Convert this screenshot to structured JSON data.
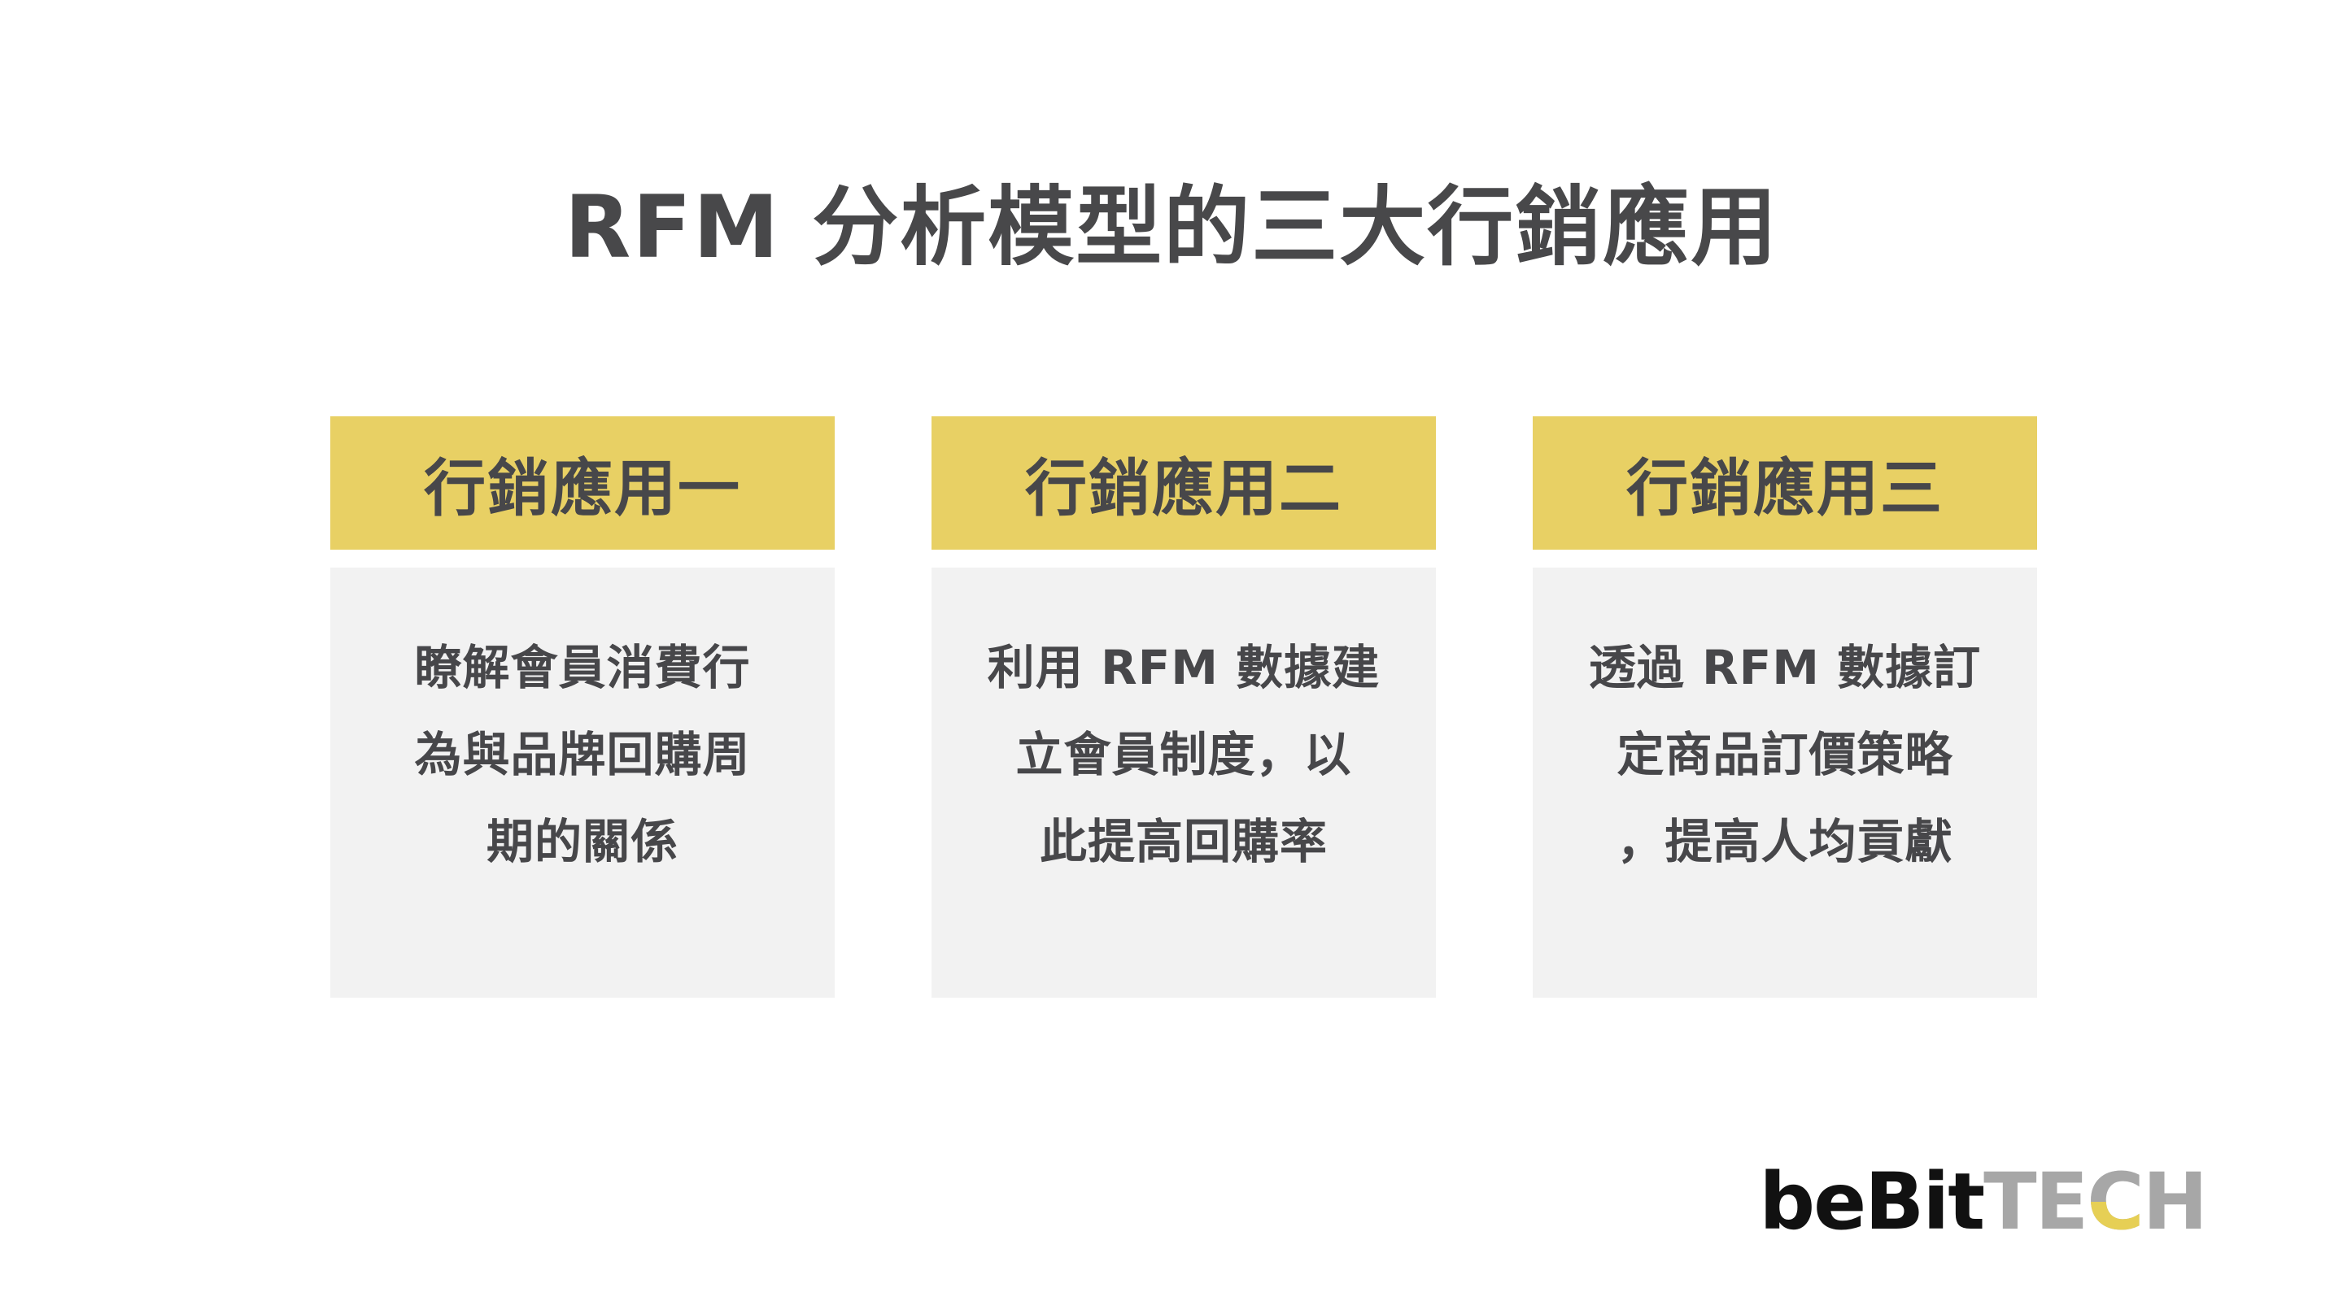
{
  "slide": {
    "title": "RFM 分析模型的三大行銷應用"
  },
  "columns": [
    {
      "header": "行銷應用一",
      "body": "瞭解會員消費行\n為與品牌回購周\n期的關係"
    },
    {
      "header": "行銷應用二",
      "body": "利用 RFM 數據建\n立會員制度，以\n此提高回購率"
    },
    {
      "header": "行銷應用三",
      "body": "透過 RFM 數據訂\n定商品訂價策略\n，提高人均貢獻"
    }
  ],
  "logo": {
    "primary": "beBit",
    "secondary_pre": "TE",
    "secondary_c": "C",
    "secondary_post": "H"
  },
  "colors": {
    "header_yellow": "#e8d064",
    "card_gray": "#f2f2f2",
    "text_dark": "#47474a",
    "title_dark": "#48484a",
    "logo_black": "#111111",
    "logo_gray": "#a7a7a7",
    "logo_yellow": "#e6cf55",
    "background": "#ffffff"
  }
}
